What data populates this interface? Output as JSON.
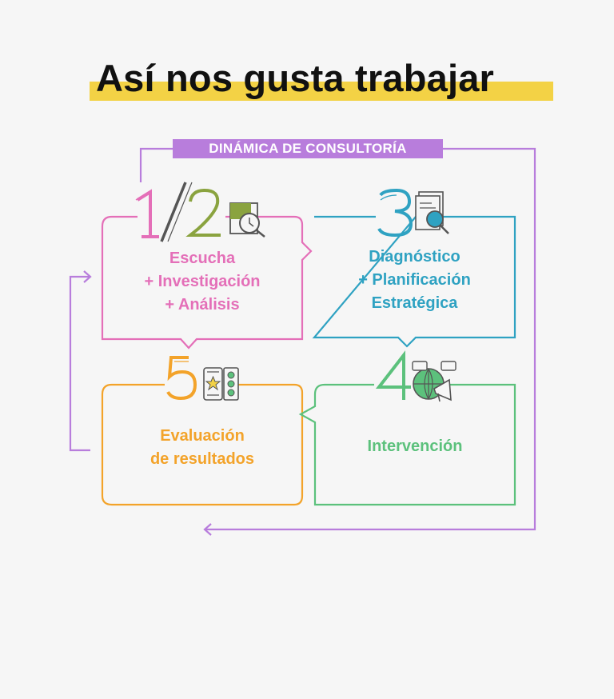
{
  "title": "Así nos gusta trabajar",
  "caption": "DINÁMICA DE CONSULTORÍA",
  "steps": [
    {
      "number": "1/2",
      "label": "Escucha\n+ Investigación\n+ Análisis",
      "color": "#e46fb8"
    },
    {
      "number": "3",
      "label": "Diagnóstico\n+ Planificación\nEstratégica",
      "color": "#2fa2c2"
    },
    {
      "number": "4",
      "label": "Intervención",
      "color": "#5cc17c"
    },
    {
      "number": "5",
      "label": "Evaluación\nde resultados",
      "color": "#f3a32a"
    }
  ],
  "colors": {
    "loop": "#b87ddc",
    "highlight": "#f3d245",
    "olive": "#8aa33f",
    "icon_stroke": "#555555"
  }
}
